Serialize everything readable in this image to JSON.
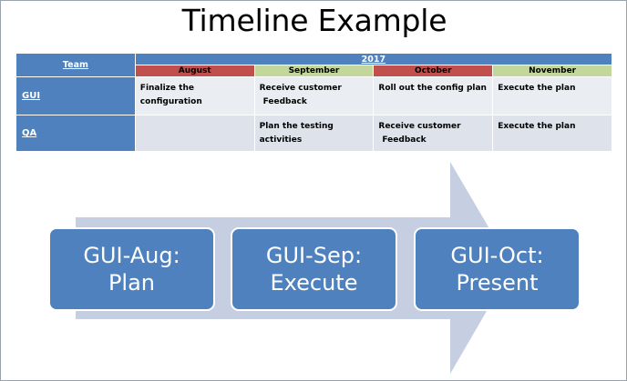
{
  "slide": {
    "title": "Timeline Example",
    "accent_blue": "#4E81BD",
    "month_red": "#C0504D",
    "month_green": "#C3D69B",
    "arrow_fill": "#C6CFE1",
    "cell_bg_light": "#EAEDF2",
    "cell_bg_dark": "#DDE2EB"
  },
  "table": {
    "team_header": "Team",
    "year_header": "2017",
    "months": [
      {
        "label": "August",
        "color": "#C0504D"
      },
      {
        "label": "September",
        "color": "#C3D69B"
      },
      {
        "label": "October",
        "color": "#C0504D"
      },
      {
        "label": "November",
        "color": "#C3D69B"
      }
    ],
    "rows": [
      {
        "team": "GUI",
        "cells": [
          {
            "line1": "Finalize the configuration",
            "line2": ""
          },
          {
            "line1": "Receive customer",
            "line2": "Feedback"
          },
          {
            "line1": "Roll out the config plan",
            "line2": ""
          },
          {
            "line1": "Execute the plan",
            "line2": ""
          }
        ]
      },
      {
        "team": "QA",
        "cells": [
          {
            "line1": "",
            "line2": ""
          },
          {
            "line1": "Plan the testing activities",
            "line2": ""
          },
          {
            "line1": "Receive customer",
            "line2": "Feedback"
          },
          {
            "line1": "Execute the plan",
            "line2": ""
          }
        ]
      }
    ]
  },
  "phases": [
    {
      "line1": "GUI-Aug:",
      "line2": "Plan"
    },
    {
      "line1": "GUI-Sep:",
      "line2": "Execute"
    },
    {
      "line1": "GUI-Oct:",
      "line2": "Present"
    }
  ],
  "arrow": {
    "name": "right-arrow-shape"
  }
}
